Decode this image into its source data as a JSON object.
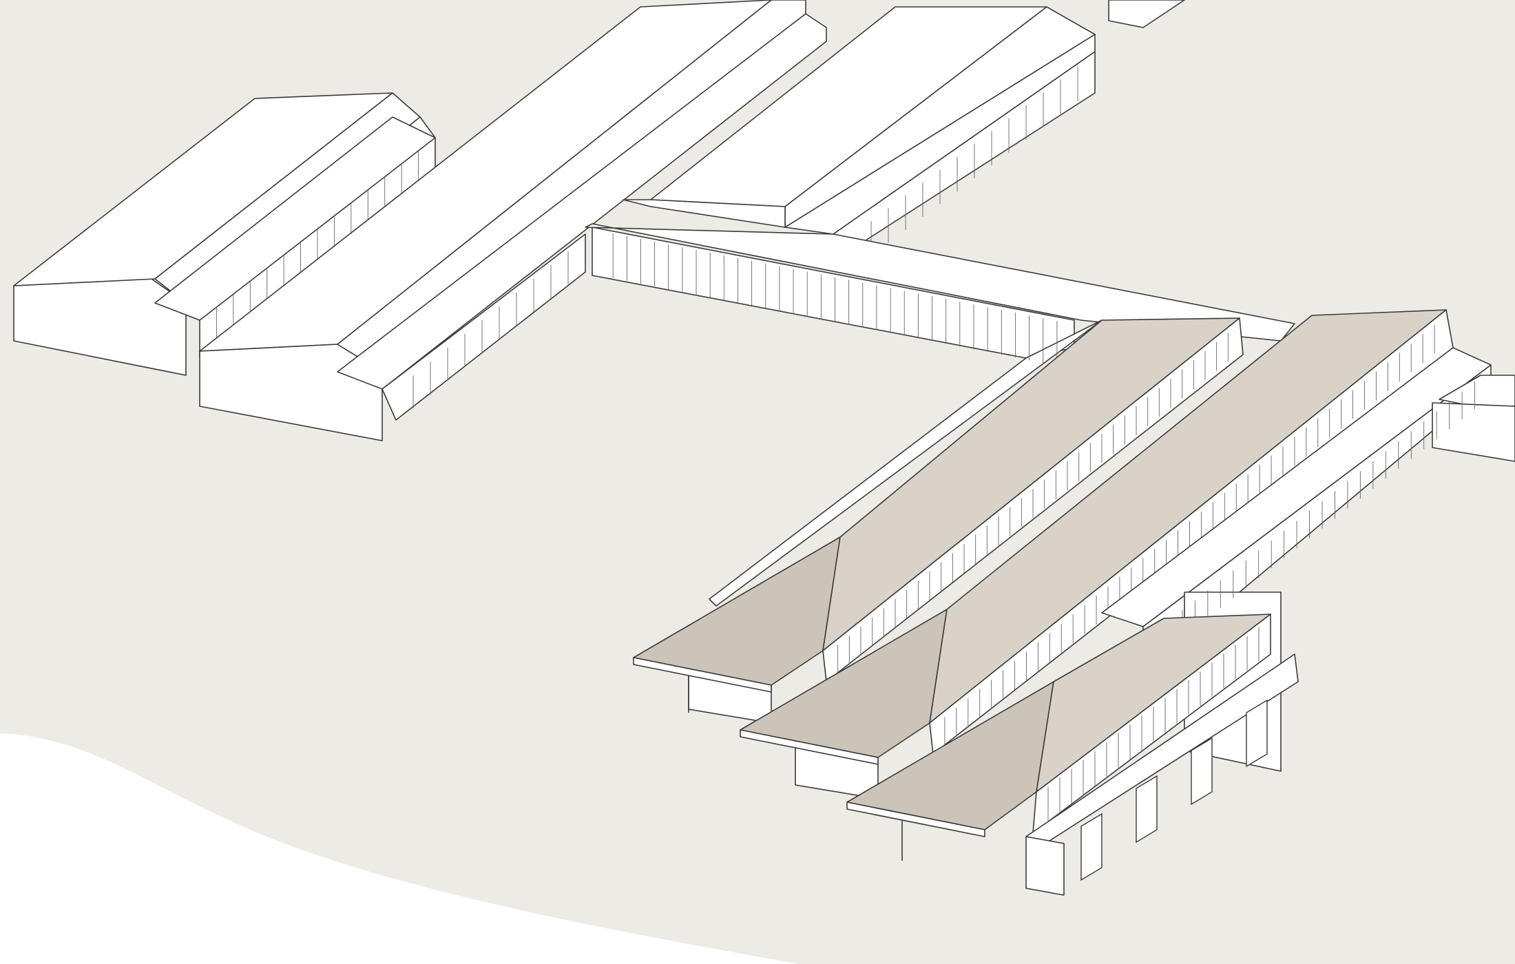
{
  "drawing": {
    "type": "axonometric building massing",
    "labels": []
  },
  "palette": {
    "background": "#ffffff",
    "ground": "#ecebe6",
    "building_white": "#ffffff",
    "roof_primary": "#d8d2c8",
    "roof_shade": "#ccc4b8",
    "linework": "#3a3a3a"
  },
  "components": [
    {
      "id": "north-shed-wing",
      "kind": "gabled shed with clerestory"
    },
    {
      "id": "central-shed-wing",
      "kind": "gabled shed with clerestory"
    },
    {
      "id": "northeast-shed-wing",
      "kind": "gabled shed with clerestory"
    },
    {
      "id": "glazed-connector-corridor",
      "kind": "glazed link"
    },
    {
      "id": "pavilion-roof-1",
      "kind": "hipped roof pavilion"
    },
    {
      "id": "pavilion-roof-2",
      "kind": "hipped roof pavilion"
    },
    {
      "id": "pavilion-roof-3",
      "kind": "hipped roof pavilion"
    },
    {
      "id": "east-glazed-wing",
      "kind": "glazed wing"
    }
  ]
}
